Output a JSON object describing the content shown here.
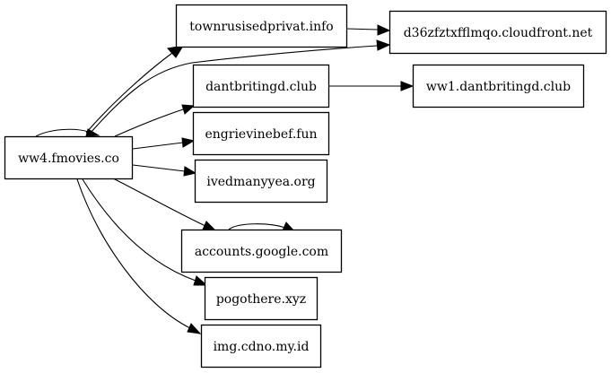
{
  "graph": {
    "nodes": [
      {
        "id": "n0",
        "label": "ww4.fmovies.co"
      },
      {
        "id": "n1",
        "label": "townrusisedprivat.info"
      },
      {
        "id": "n2",
        "label": "d36zfztxfflmqo.cloudfront.net"
      },
      {
        "id": "n3",
        "label": "dantbritingd.club"
      },
      {
        "id": "n4",
        "label": "ww1.dantbritingd.club"
      },
      {
        "id": "n5",
        "label": "engrievinebef.fun"
      },
      {
        "id": "n6",
        "label": "ivedmanyyea.org"
      },
      {
        "id": "n7",
        "label": "accounts.google.com"
      },
      {
        "id": "n8",
        "label": "pogothere.xyz"
      },
      {
        "id": "n9",
        "label": "img.cdno.my.id"
      }
    ],
    "edges": [
      {
        "from": "n0",
        "to": "n0"
      },
      {
        "from": "n0",
        "to": "n1"
      },
      {
        "from": "n0",
        "to": "n2"
      },
      {
        "from": "n0",
        "to": "n3"
      },
      {
        "from": "n0",
        "to": "n5"
      },
      {
        "from": "n0",
        "to": "n6"
      },
      {
        "from": "n0",
        "to": "n7"
      },
      {
        "from": "n0",
        "to": "n8"
      },
      {
        "from": "n0",
        "to": "n9"
      },
      {
        "from": "n1",
        "to": "n2"
      },
      {
        "from": "n3",
        "to": "n4"
      },
      {
        "from": "n7",
        "to": "n7"
      }
    ]
  }
}
